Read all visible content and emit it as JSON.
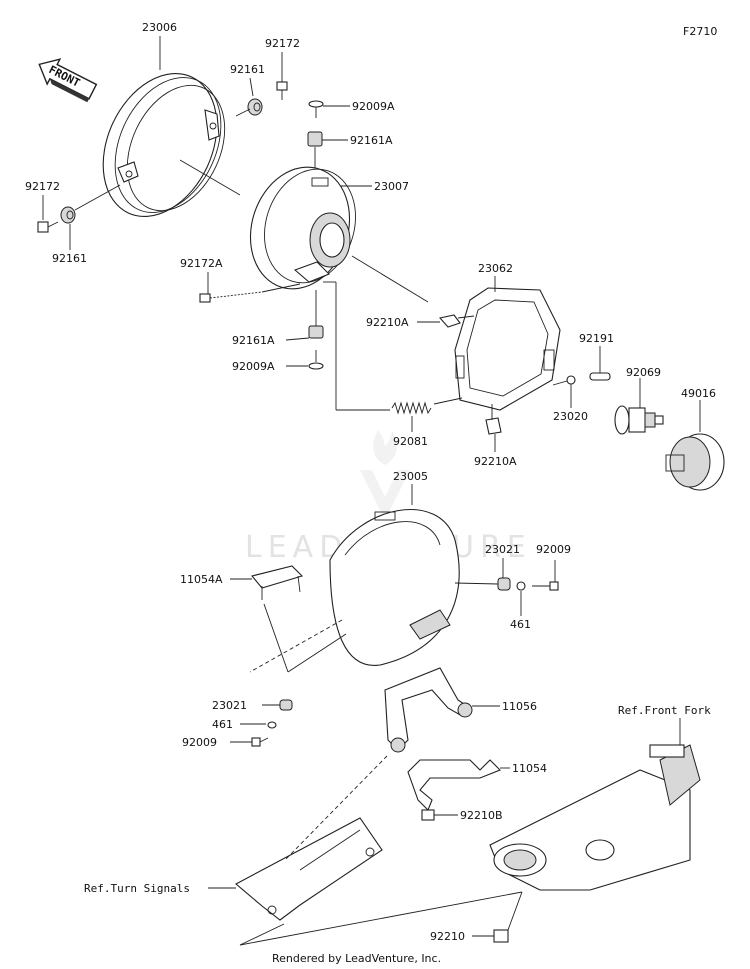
{
  "diagram": {
    "code": "F2710",
    "front_label": "FRONT",
    "watermark": "LEADVENTURE",
    "footer": "Rendered by LeadVenture, Inc.",
    "labels": {
      "p23006": "23006",
      "p92172_top": "92172",
      "p92161_top": "92161",
      "p92009A_top": "92009A",
      "p92161A_top": "92161A",
      "p23007": "23007",
      "p92172_left": "92172",
      "p92161_left": "92161",
      "p92172A": "92172A",
      "p23062": "23062",
      "p92210A_top": "92210A",
      "p92161A_bot": "92161A",
      "p92009A_bot": "92009A",
      "p92191": "92191",
      "p92069": "92069",
      "p49016": "49016",
      "p23020": "23020",
      "p92081": "92081",
      "p92210A_bot": "92210A",
      "p23005": "23005",
      "p23021_top": "23021",
      "p92009_top": "92009",
      "p11054A": "11054A",
      "p461_top": "461",
      "p23021_bot": "23021",
      "p461_bot": "461",
      "p92009_bot": "92009",
      "p11056": "11056",
      "p11054": "11054",
      "p92210B": "92210B",
      "ref_front_fork": "Ref.Front Fork",
      "ref_turn_signals": "Ref.Turn Signals",
      "p92210": "92210"
    }
  }
}
